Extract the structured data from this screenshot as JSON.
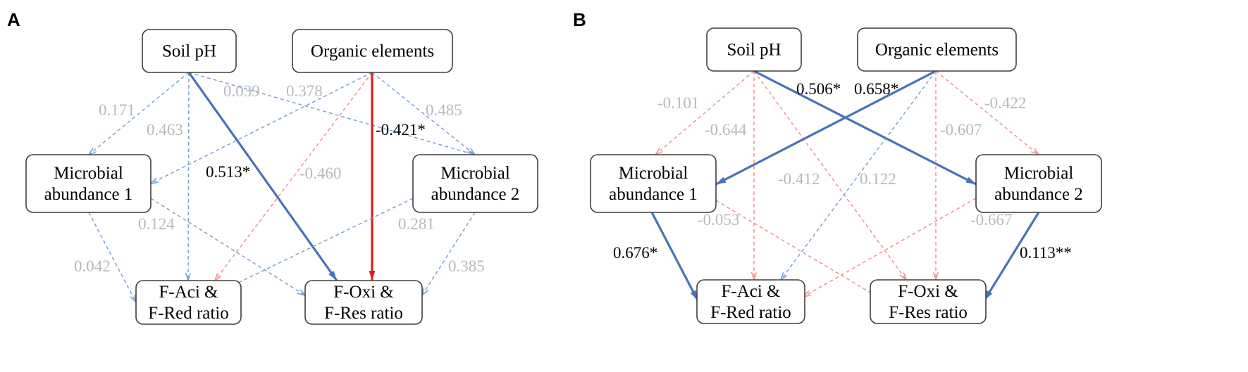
{
  "colors": {
    "positive_solid": "#4674b8",
    "positive_dashed": "#6f9cd6",
    "negative_solid": "#e51c1c",
    "negative_dashed": "#f08a8a",
    "significant_label": "#000000",
    "nonsignificant_label": "#b9b9b9"
  },
  "panels": [
    {
      "label": "A",
      "nodes": {
        "ph": [
          "Soil pH"
        ],
        "org": [
          "Organic elements"
        ],
        "m1": [
          "Microbial",
          "abundance 1"
        ],
        "m2": [
          "Microbial",
          "abundance 2"
        ],
        "fa": [
          "F-Aci &",
          "F-Red ratio"
        ],
        "fo": [
          "F-Oxi &",
          "F-Res ratio"
        ]
      },
      "edges": [
        {
          "from": "ph",
          "to": "m1",
          "value": "0.171",
          "sign": "positive",
          "significant": false
        },
        {
          "from": "ph",
          "to": "fa",
          "value": "0.463",
          "sign": "positive",
          "significant": false
        },
        {
          "from": "ph",
          "to": "fo",
          "value": "0.513*",
          "sign": "positive",
          "significant": true
        },
        {
          "from": "ph",
          "to": "m2",
          "value": "0.039",
          "sign": "positive",
          "significant": false
        },
        {
          "from": "org",
          "to": "m1",
          "value": "0.378",
          "sign": "positive",
          "significant": false
        },
        {
          "from": "org",
          "to": "fa",
          "value": "-0.460",
          "sign": "negative",
          "significant": false
        },
        {
          "from": "org",
          "to": "fo",
          "value": "-0.421*",
          "sign": "negative",
          "significant": true
        },
        {
          "from": "org",
          "to": "m2",
          "value": "0.485",
          "sign": "positive",
          "significant": false
        },
        {
          "from": "m1",
          "to": "fa",
          "value": "0.042",
          "sign": "positive",
          "significant": false
        },
        {
          "from": "m1",
          "to": "fo",
          "value": "0.124",
          "sign": "positive",
          "significant": false
        },
        {
          "from": "m2",
          "to": "fa",
          "value": "0.281",
          "sign": "positive",
          "significant": false
        },
        {
          "from": "m2",
          "to": "fo",
          "value": "0.385",
          "sign": "positive",
          "significant": false
        }
      ]
    },
    {
      "label": "B",
      "nodes": {
        "ph": [
          "Soil pH"
        ],
        "org": [
          "Organic elements"
        ],
        "m1": [
          "Microbial",
          "abundance 1"
        ],
        "m2": [
          "Microbial",
          "abundance 2"
        ],
        "fa": [
          "F-Aci &",
          "F-Red ratio"
        ],
        "fo": [
          "F-Oxi &",
          "F-Res ratio"
        ]
      },
      "edges": [
        {
          "from": "ph",
          "to": "m1",
          "value": "-0.101",
          "sign": "negative",
          "significant": false
        },
        {
          "from": "ph",
          "to": "fa",
          "value": "-0.644",
          "sign": "negative",
          "significant": false
        },
        {
          "from": "ph",
          "to": "fo",
          "value": "-0.412",
          "sign": "negative",
          "significant": false
        },
        {
          "from": "ph",
          "to": "m2",
          "value": "0.506*",
          "sign": "positive",
          "significant": true
        },
        {
          "from": "org",
          "to": "m1",
          "value": "0.658*",
          "sign": "positive",
          "significant": true
        },
        {
          "from": "org",
          "to": "fa",
          "value": "0.122",
          "sign": "positive",
          "significant": false
        },
        {
          "from": "org",
          "to": "fo",
          "value": "-0.607",
          "sign": "negative",
          "significant": false
        },
        {
          "from": "org",
          "to": "m2",
          "value": "-0.422",
          "sign": "negative",
          "significant": false
        },
        {
          "from": "m1",
          "to": "fa",
          "value": "0.676*",
          "sign": "positive",
          "significant": true
        },
        {
          "from": "m1",
          "to": "fo",
          "value": "-0.053",
          "sign": "negative",
          "significant": false
        },
        {
          "from": "m2",
          "to": "fa",
          "value": "-0.667",
          "sign": "negative",
          "significant": false
        },
        {
          "from": "m2",
          "to": "fo",
          "value": "0.113**",
          "sign": "positive",
          "significant": true
        }
      ]
    }
  ]
}
